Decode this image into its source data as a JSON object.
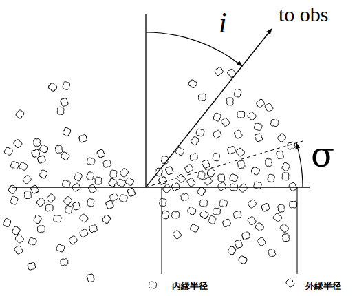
{
  "diagram": {
    "labels": [
      "i",
      "to obs",
      "σ",
      "内縁半径",
      "外縁半径"
    ]
  }
}
